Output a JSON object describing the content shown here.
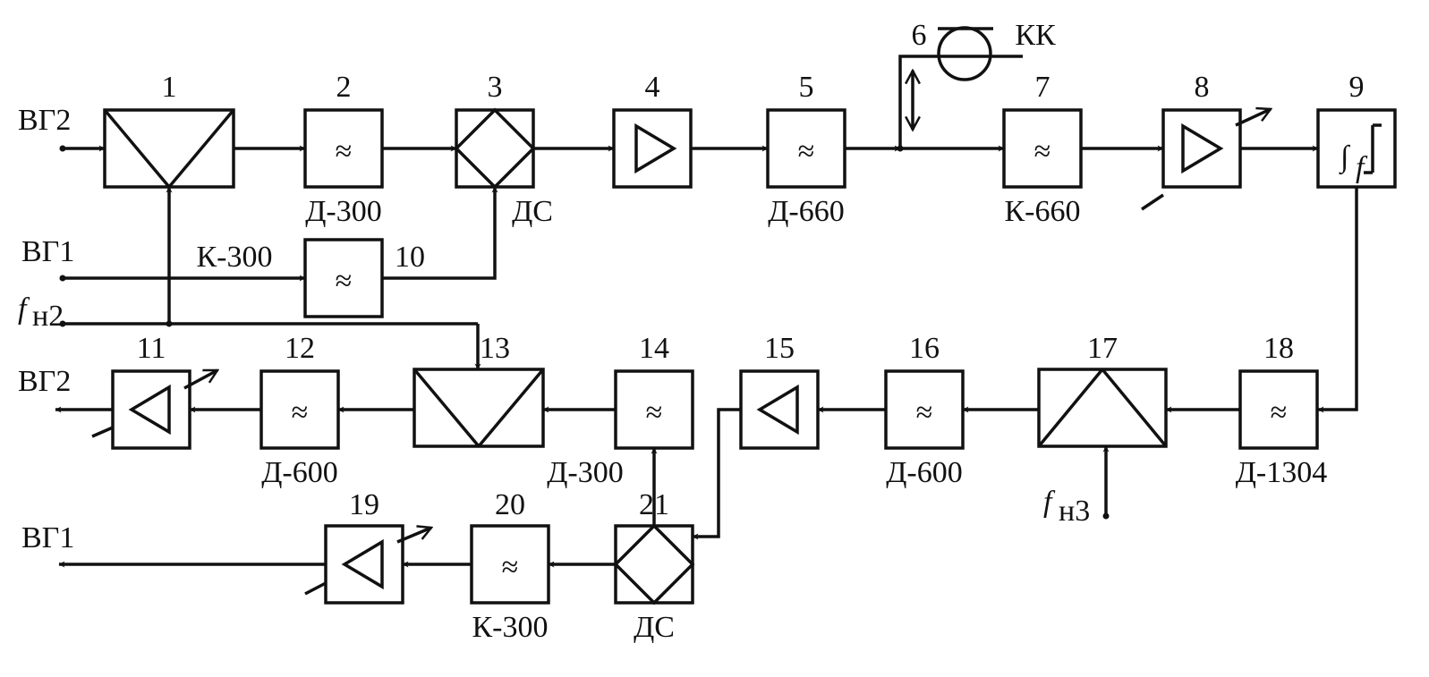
{
  "numbers": [
    "1",
    "2",
    "3",
    "4",
    "5",
    "6",
    "7",
    "8",
    "9",
    "10",
    "11",
    "12",
    "13",
    "14",
    "15",
    "16",
    "17",
    "18",
    "19",
    "20",
    "21"
  ],
  "labels": {
    "b2": "Д-300",
    "b3": "ДС",
    "b5": "Д-660",
    "b6": "КК",
    "b7": "К-660",
    "b10": "К-300",
    "b12": "Д-600",
    "b14": "Д-300",
    "b16": "Д-600",
    "b18": "Д-1304",
    "b20": "К-300",
    "b21": "ДС"
  },
  "ports": {
    "vg2_in": "ВГ2",
    "vg1_in": "ВГ1",
    "fn2_f": "f",
    "fn2_sub": "н2",
    "vg2_out": "ВГ2",
    "vg1_out": "ВГ1",
    "fn3_f": "f",
    "fn3_sub": "н3"
  },
  "integrator": {
    "int": "∫",
    "sub": "f"
  }
}
